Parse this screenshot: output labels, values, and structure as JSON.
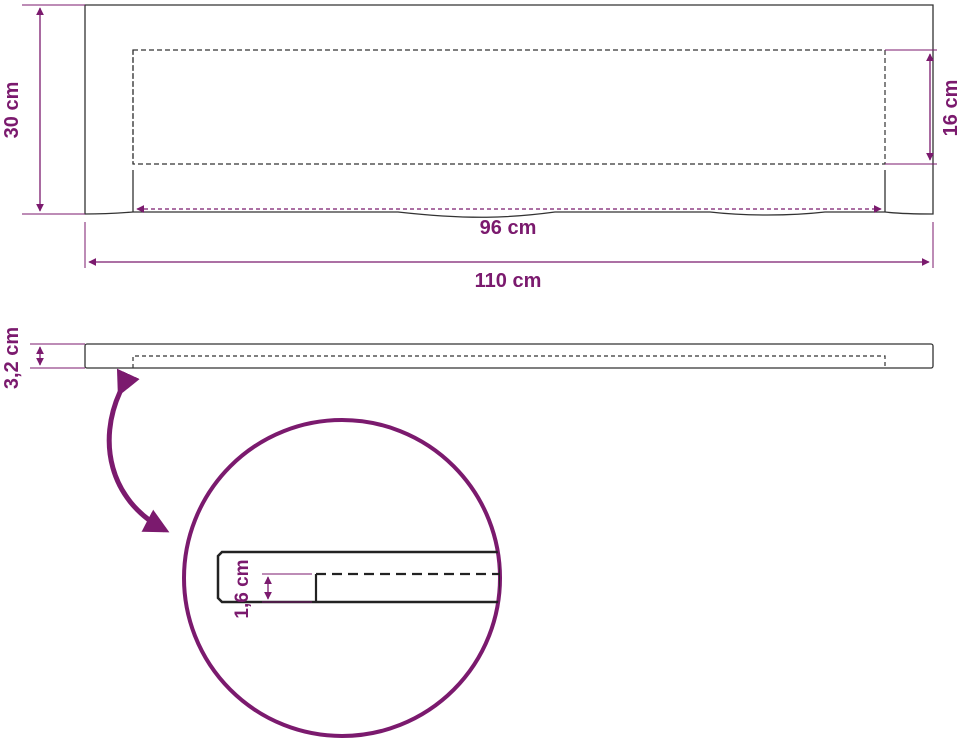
{
  "colors": {
    "accent": "#7b1a6e",
    "outline": "#333333",
    "background": "#ffffff"
  },
  "top_view": {
    "height_label": "30 cm",
    "inner_height_label": "16 cm",
    "inner_width_label": "96 cm",
    "outer_width_label": "110 cm"
  },
  "side_view": {
    "thickness_label": "3,2 cm"
  },
  "detail": {
    "groove_depth_label": "1,6 cm"
  }
}
